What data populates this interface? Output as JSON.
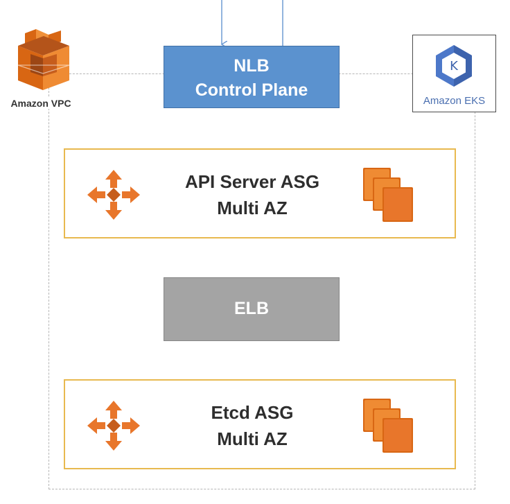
{
  "nlb": {
    "line1": "NLB",
    "line2": "Control Plane"
  },
  "vpc": {
    "label": "Amazon VPC",
    "icon": "amazon-vpc-icon"
  },
  "eks": {
    "label": "Amazon EKS",
    "icon_letter": "K",
    "icon": "amazon-eks-icon"
  },
  "api_asg": {
    "line1": "API Server ASG",
    "line2": "Multi AZ"
  },
  "elb": {
    "label": "ELB"
  },
  "etcd_asg": {
    "line1": "Etcd ASG",
    "line2": "Multi AZ"
  },
  "colors": {
    "nlb_fill": "#5b92cf",
    "elb_fill": "#a4a4a4",
    "asg_border": "#e8b94f",
    "aws_orange": "#e8762b",
    "eks_blue": "#4a6fb0",
    "arrow_blue": "#6d9bd3"
  }
}
